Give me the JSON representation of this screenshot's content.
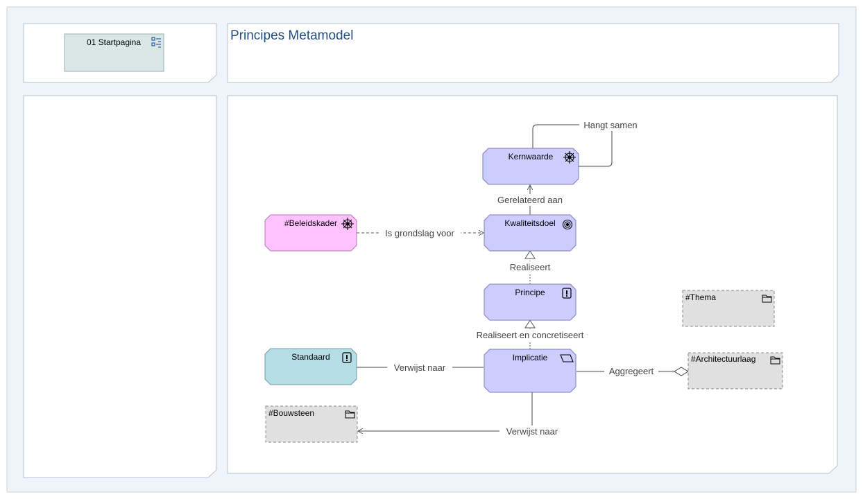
{
  "title": "Principes Metamodel",
  "nav_button": {
    "label": "01 Startpagina",
    "icon": "list-icon"
  },
  "nodes": {
    "kernwaarde": {
      "label": "Kernwaarde",
      "icon": "driver-icon"
    },
    "kwaliteitsdoel": {
      "label": "Kwaliteitsdoel",
      "icon": "goal-icon"
    },
    "beleidskader": {
      "label": "#Beleidskader",
      "icon": "driver-icon"
    },
    "principe": {
      "label": "Principe",
      "icon": "principle-icon"
    },
    "standaard": {
      "label": "Standaard",
      "icon": "principle-icon"
    },
    "implicatie": {
      "label": "Implicatie",
      "icon": "requirement-icon"
    },
    "thema": {
      "label": "#Thema",
      "icon": "folder-icon"
    },
    "architectuurlaag": {
      "label": "#Architectuurlaag",
      "icon": "folder-icon"
    },
    "bouwsteen": {
      "label": "#Bouwsteen",
      "icon": "folder-icon"
    }
  },
  "relations": {
    "hangt_samen": "Hangt samen",
    "gerelateerd_aan": "Gerelateerd aan",
    "is_grondslag_voor": "Is grondslag voor",
    "realiseert": "Realiseert",
    "realiseert_en_concretiseert": "Realiseert en concretiseert",
    "verwijst_naar_standaard": "Verwijst naar",
    "aggregeert": "Aggregeert",
    "verwijst_naar_bouwsteen": "Verwijst naar"
  },
  "colors": {
    "frame_bg": "#eef4fa",
    "frame_border": "#c6d4e1",
    "title": "#1f4e86",
    "motivation": "#ccccff",
    "beleidskader": "#ffc2ff",
    "standaard": "#b5dde6",
    "grouping": "#e0e0e0",
    "nav_button": "#d9e8e6"
  }
}
